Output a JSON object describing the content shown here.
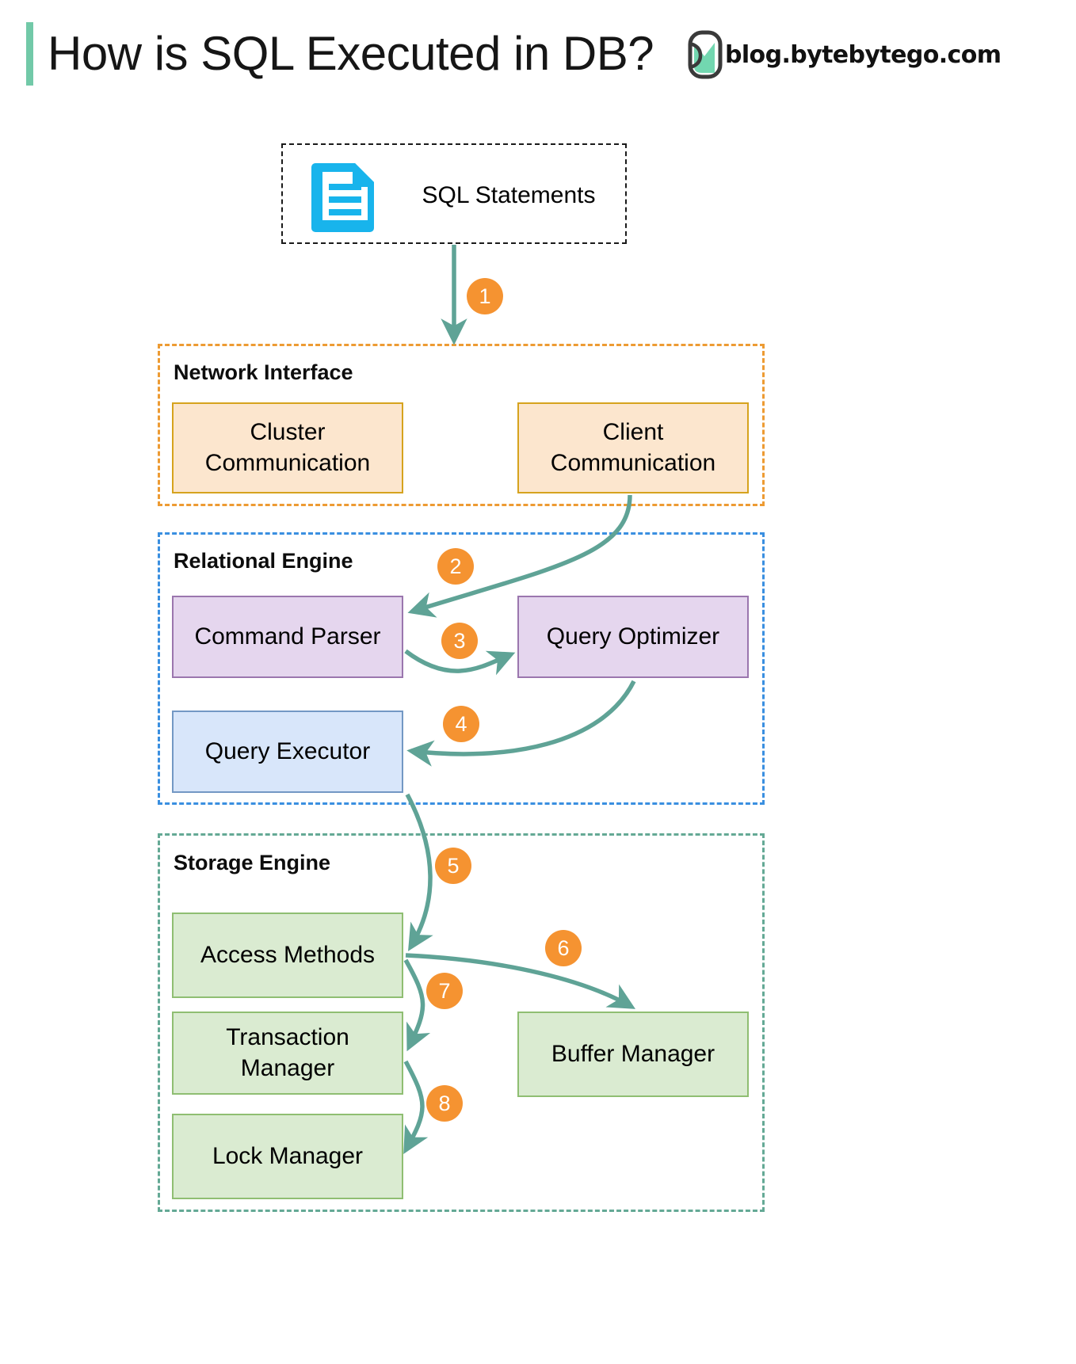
{
  "header": {
    "title": "How is SQL Executed in DB?",
    "brand": "blog.bytebytego.com",
    "accent_color": "#72C9A8"
  },
  "source": {
    "label": "SQL Statements",
    "icon": "document-icon",
    "icon_color": "#18B4EC"
  },
  "groups": [
    {
      "id": "network",
      "label": "Network Interface",
      "border_color": "#ED9B33",
      "nodes": [
        {
          "id": "cluster",
          "label": "Cluster\nCommunication",
          "line1": "Cluster",
          "line2": "Communication",
          "fill": "#FCE6CE",
          "stroke": "#D6A31E"
        },
        {
          "id": "client",
          "label": "Client\nCommunication",
          "line1": "Client",
          "line2": "Communication",
          "fill": "#FCE6CE",
          "stroke": "#D6A31E"
        }
      ]
    },
    {
      "id": "relational",
      "label": "Relational Engine",
      "border_color": "#3A8FE0",
      "nodes": [
        {
          "id": "parser",
          "label": "Command Parser",
          "fill": "#E5D6EE",
          "stroke": "#9B76AE"
        },
        {
          "id": "optimizer",
          "label": "Query Optimizer",
          "fill": "#E5D6EE",
          "stroke": "#9B76AE"
        },
        {
          "id": "executor",
          "label": "Query Executor",
          "fill": "#D8E6FA",
          "stroke": "#7398C4"
        }
      ]
    },
    {
      "id": "storage",
      "label": "Storage Engine",
      "border_color": "#64A995",
      "nodes": [
        {
          "id": "access",
          "label": "Access Methods",
          "fill": "#DAEBD1",
          "stroke": "#8FBE72"
        },
        {
          "id": "txn",
          "label": "Transaction\nManager",
          "line1": "Transaction",
          "line2": "Manager",
          "fill": "#DAEBD1",
          "stroke": "#8FBE72"
        },
        {
          "id": "lock",
          "label": "Lock Manager",
          "fill": "#DAEBD1",
          "stroke": "#8FBE72"
        },
        {
          "id": "buffer",
          "label": "Buffer Manager",
          "fill": "#DAEBD1",
          "stroke": "#8FBE72"
        }
      ]
    }
  ],
  "steps": [
    {
      "n": "1",
      "from": "SQL Statements",
      "to": "Network Interface"
    },
    {
      "n": "2",
      "from": "Client Communication",
      "to": "Command Parser"
    },
    {
      "n": "3",
      "from": "Command Parser",
      "to": "Query Optimizer"
    },
    {
      "n": "4",
      "from": "Query Optimizer",
      "to": "Query Executor"
    },
    {
      "n": "5",
      "from": "Query Executor",
      "to": "Access Methods"
    },
    {
      "n": "6",
      "from": "Access Methods",
      "to": "Buffer Manager"
    },
    {
      "n": "7",
      "from": "Access Methods",
      "to": "Transaction Manager"
    },
    {
      "n": "8",
      "from": "Transaction Manager",
      "to": "Lock Manager"
    }
  ],
  "colors": {
    "badge": "#F59331",
    "badge_text": "#FFFFFF",
    "arrow": "#5FA396"
  }
}
